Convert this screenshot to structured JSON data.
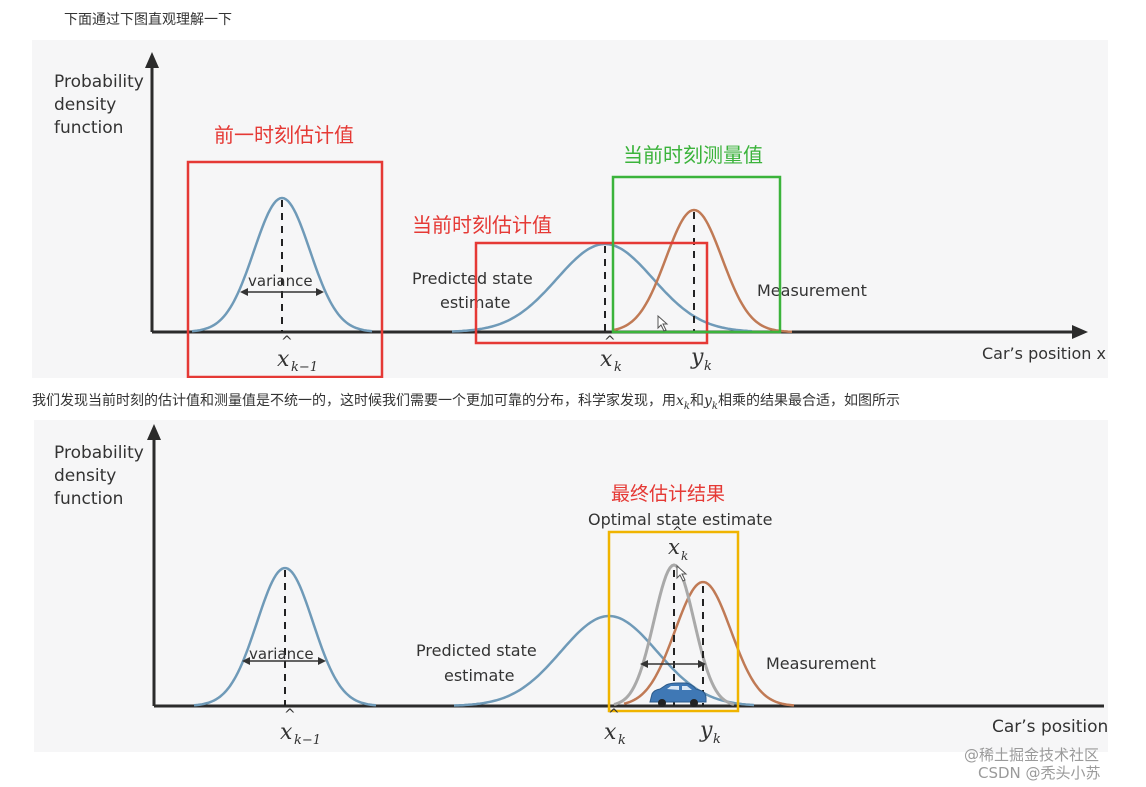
{
  "captions": {
    "intro": "下面通过下图直观理解一下",
    "middle_part1": "我们发现当前时刻的估计值和测量值是不统一的，这时候我们需要一个更加可靠的分布，科学家发现，用",
    "middle_x": "x",
    "middle_k1": "k",
    "middle_and": "和",
    "middle_y": "y",
    "middle_k2": "k",
    "middle_part2": "相乘的结果最合适，如图所示"
  },
  "figure1": {
    "ylabel": [
      "Probability",
      "density",
      "function"
    ],
    "xlabel": "Car’s position x",
    "variance": "variance",
    "predicted": [
      "Predicted state",
      "estimate"
    ],
    "measurement": "Measurement",
    "label_prev": "前一时刻估计值",
    "label_curr_est": "当前时刻估计值",
    "label_curr_meas": "当前时刻测量值",
    "x_prev": "x",
    "x_prev_sub": "k−1",
    "x_k": "x",
    "x_k_sub": "k",
    "y_k": "y",
    "y_k_sub": "k"
  },
  "figure2": {
    "ylabel": [
      "Probability",
      "density",
      "function"
    ],
    "xlabel": "Car’s position",
    "variance": "variance",
    "predicted": [
      "Predicted state",
      "estimate"
    ],
    "measurement": "Measurement",
    "label_final": "最终估计结果",
    "optimal": "Optimal state estimate",
    "x_opt": "x",
    "x_opt_sub": "k",
    "x_prev": "x",
    "x_prev_sub": "k−1",
    "x_k": "x",
    "x_k_sub": "k",
    "y_k": "y",
    "y_k_sub": "k"
  },
  "colors": {
    "blue_curve": "#6f9ab8",
    "orange_curve": "#c07a55",
    "gray_curve": "#a9a9a9",
    "red_box": "#e53935",
    "green_box": "#3bb33b",
    "yellow_box": "#f0b400",
    "car": "#3f78b5"
  },
  "watermark": {
    "line1": "@稀土掘金技术社区",
    "line2": "CSDN @秃头小苏"
  }
}
